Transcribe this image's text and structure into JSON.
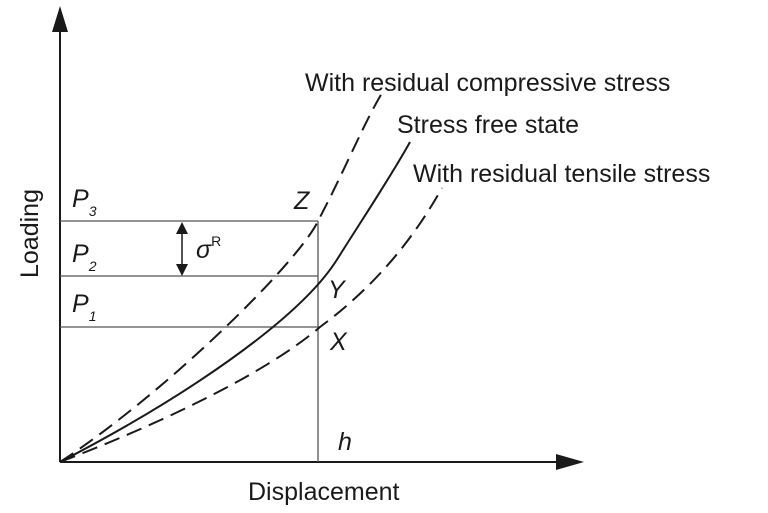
{
  "axes": {
    "x_label": "Displacement",
    "y_label": "Loading"
  },
  "curves": {
    "compressive": "With residual compressive stress",
    "free": "Stress free state",
    "tensile": "With residual tensile stress"
  },
  "points": {
    "z": "Z",
    "y": "Y",
    "x": "X",
    "h": "h"
  },
  "loads": {
    "p3": {
      "letter": "P",
      "sub": "3"
    },
    "p2": {
      "letter": "P",
      "sub": "2"
    },
    "p1": {
      "letter": "P",
      "sub": "1"
    }
  },
  "sigma": {
    "symbol": "σ",
    "sup": "R"
  },
  "colors": {
    "ink": "#1a1a1a",
    "guide": "#555555"
  }
}
